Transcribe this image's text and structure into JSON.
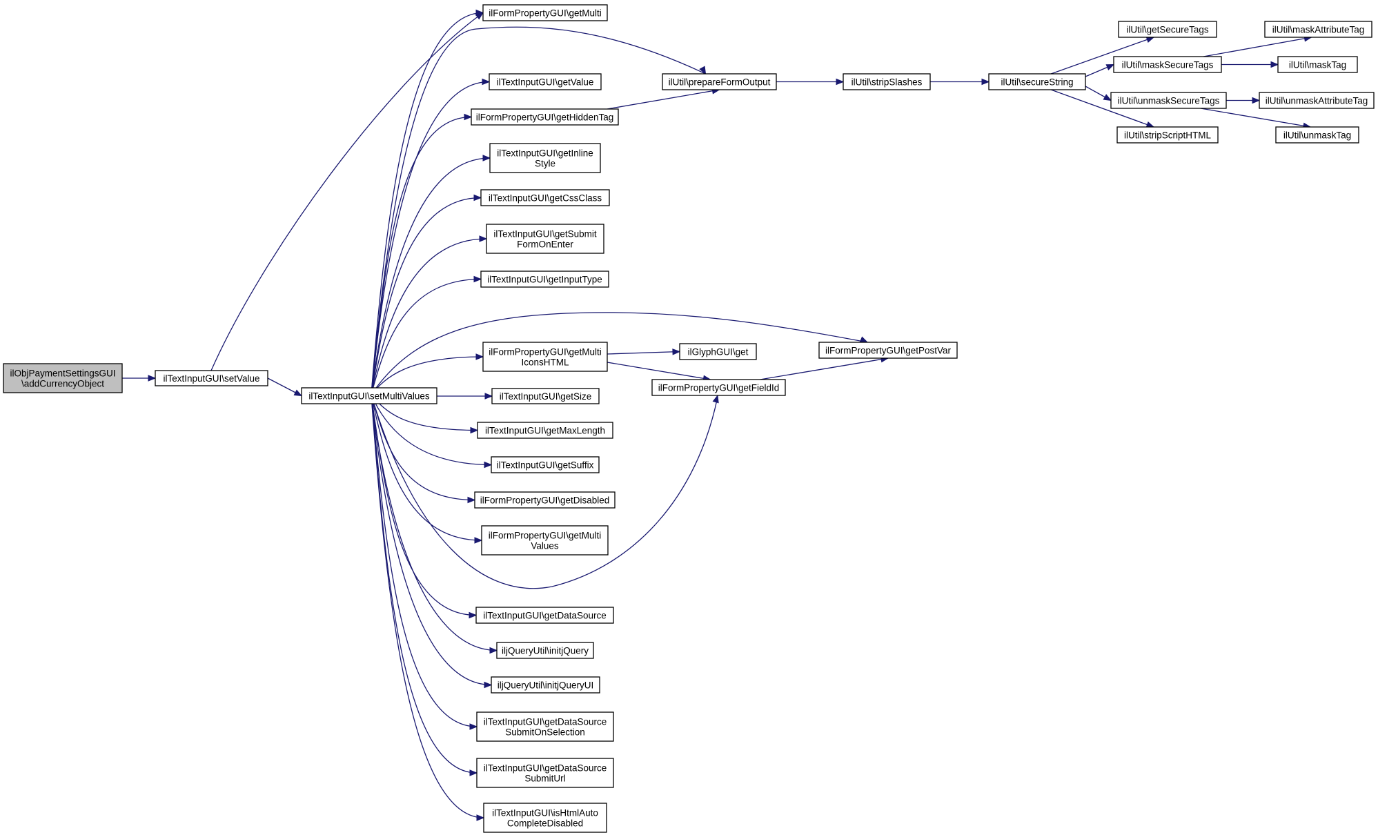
{
  "diagram": {
    "nodes": [
      {
        "id": "root",
        "lines": [
          "ilObjPaymentSettingsGUI",
          "\\addCurrencyObject"
        ],
        "highlighted": true
      },
      {
        "id": "setValue",
        "lines": [
          "ilTextInputGUI\\setValue"
        ]
      },
      {
        "id": "setMultiValues",
        "lines": [
          "ilTextInputGUI\\setMultiValues"
        ]
      },
      {
        "id": "getMulti",
        "lines": [
          "ilFormPropertyGUI\\getMulti"
        ]
      },
      {
        "id": "getValue",
        "lines": [
          "ilTextInputGUI\\getValue"
        ]
      },
      {
        "id": "getHiddenTag",
        "lines": [
          "ilFormPropertyGUI\\getHiddenTag"
        ]
      },
      {
        "id": "getInlineStyle",
        "lines": [
          "ilTextInputGUI\\getInline",
          "Style"
        ]
      },
      {
        "id": "getCssClass",
        "lines": [
          "ilTextInputGUI\\getCssClass"
        ]
      },
      {
        "id": "getSubmitFormOnEnter",
        "lines": [
          "ilTextInputGUI\\getSubmit",
          "FormOnEnter"
        ]
      },
      {
        "id": "getInputType",
        "lines": [
          "ilTextInputGUI\\getInputType"
        ]
      },
      {
        "id": "getMultiIconsHTML",
        "lines": [
          "ilFormPropertyGUI\\getMulti",
          "IconsHTML"
        ]
      },
      {
        "id": "getSize",
        "lines": [
          "ilTextInputGUI\\getSize"
        ]
      },
      {
        "id": "getMaxLength",
        "lines": [
          "ilTextInputGUI\\getMaxLength"
        ]
      },
      {
        "id": "getSuffix",
        "lines": [
          "ilTextInputGUI\\getSuffix"
        ]
      },
      {
        "id": "getDisabled",
        "lines": [
          "ilFormPropertyGUI\\getDisabled"
        ]
      },
      {
        "id": "getMultiValues",
        "lines": [
          "ilFormPropertyGUI\\getMulti",
          "Values"
        ]
      },
      {
        "id": "getDataSource",
        "lines": [
          "ilTextInputGUI\\getDataSource"
        ]
      },
      {
        "id": "initjQuery",
        "lines": [
          "iljQueryUtil\\initjQuery"
        ]
      },
      {
        "id": "initjQueryUI",
        "lines": [
          "iljQueryUtil\\initjQueryUI"
        ]
      },
      {
        "id": "getDataSourceSubmitOnSelection",
        "lines": [
          "ilTextInputGUI\\getDataSource",
          "SubmitOnSelection"
        ]
      },
      {
        "id": "getDataSourceSubmitUrl",
        "lines": [
          "ilTextInputGUI\\getDataSource",
          "SubmitUrl"
        ]
      },
      {
        "id": "isHtmlAutoCompleteDisabled",
        "lines": [
          "ilTextInputGUI\\isHtmlAuto",
          "CompleteDisabled"
        ]
      },
      {
        "id": "prepareFormOutput",
        "lines": [
          "ilUtil\\prepareFormOutput"
        ]
      },
      {
        "id": "stripSlashes",
        "lines": [
          "ilUtil\\stripSlashes"
        ]
      },
      {
        "id": "secureString",
        "lines": [
          "ilUtil\\secureString"
        ]
      },
      {
        "id": "getSecureTags",
        "lines": [
          "ilUtil\\getSecureTags"
        ]
      },
      {
        "id": "maskSecureTags",
        "lines": [
          "ilUtil\\maskSecureTags"
        ]
      },
      {
        "id": "unmaskSecureTags",
        "lines": [
          "ilUtil\\unmaskSecureTags"
        ]
      },
      {
        "id": "stripScriptHTML",
        "lines": [
          "ilUtil\\stripScriptHTML"
        ]
      },
      {
        "id": "maskAttributeTag",
        "lines": [
          "ilUtil\\maskAttributeTag"
        ]
      },
      {
        "id": "maskTag",
        "lines": [
          "ilUtil\\maskTag"
        ]
      },
      {
        "id": "unmaskAttributeTag",
        "lines": [
          "ilUtil\\unmaskAttributeTag"
        ]
      },
      {
        "id": "unmaskTag",
        "lines": [
          "ilUtil\\unmaskTag"
        ]
      },
      {
        "id": "glyphGet",
        "lines": [
          "ilGlyphGUI\\get"
        ]
      },
      {
        "id": "getFieldId",
        "lines": [
          "ilFormPropertyGUI\\getFieldId"
        ]
      },
      {
        "id": "getPostVar",
        "lines": [
          "ilFormPropertyGUI\\getPostVar"
        ]
      }
    ],
    "edges": [
      {
        "from": "root",
        "to": "setValue"
      },
      {
        "from": "setValue",
        "to": "getMulti"
      },
      {
        "from": "setValue",
        "to": "setMultiValues"
      },
      {
        "from": "setMultiValues",
        "to": "getMulti"
      },
      {
        "from": "setMultiValues",
        "to": "prepareFormOutput"
      },
      {
        "from": "setMultiValues",
        "to": "getValue"
      },
      {
        "from": "setMultiValues",
        "to": "getHiddenTag"
      },
      {
        "from": "setMultiValues",
        "to": "getInlineStyle"
      },
      {
        "from": "setMultiValues",
        "to": "getCssClass"
      },
      {
        "from": "setMultiValues",
        "to": "getSubmitFormOnEnter"
      },
      {
        "from": "setMultiValues",
        "to": "getInputType"
      },
      {
        "from": "setMultiValues",
        "to": "getPostVar"
      },
      {
        "from": "setMultiValues",
        "to": "getMultiIconsHTML"
      },
      {
        "from": "setMultiValues",
        "to": "getSize"
      },
      {
        "from": "setMultiValues",
        "to": "getMaxLength"
      },
      {
        "from": "setMultiValues",
        "to": "getSuffix"
      },
      {
        "from": "setMultiValues",
        "to": "getDisabled"
      },
      {
        "from": "setMultiValues",
        "to": "getMultiValues"
      },
      {
        "from": "setMultiValues",
        "to": "getFieldId"
      },
      {
        "from": "setMultiValues",
        "to": "getDataSource"
      },
      {
        "from": "setMultiValues",
        "to": "initjQuery"
      },
      {
        "from": "setMultiValues",
        "to": "initjQueryUI"
      },
      {
        "from": "setMultiValues",
        "to": "getDataSourceSubmitOnSelection"
      },
      {
        "from": "setMultiValues",
        "to": "getDataSourceSubmitUrl"
      },
      {
        "from": "setMultiValues",
        "to": "isHtmlAutoCompleteDisabled"
      },
      {
        "from": "getHiddenTag",
        "to": "prepareFormOutput"
      },
      {
        "from": "getMultiIconsHTML",
        "to": "glyphGet"
      },
      {
        "from": "getMultiIconsHTML",
        "to": "getFieldId"
      },
      {
        "from": "getFieldId",
        "to": "getPostVar"
      },
      {
        "from": "prepareFormOutput",
        "to": "stripSlashes"
      },
      {
        "from": "stripSlashes",
        "to": "secureString"
      },
      {
        "from": "secureString",
        "to": "getSecureTags"
      },
      {
        "from": "secureString",
        "to": "maskSecureTags"
      },
      {
        "from": "secureString",
        "to": "unmaskSecureTags"
      },
      {
        "from": "secureString",
        "to": "stripScriptHTML"
      },
      {
        "from": "maskSecureTags",
        "to": "maskAttributeTag"
      },
      {
        "from": "maskSecureTags",
        "to": "maskTag"
      },
      {
        "from": "unmaskSecureTags",
        "to": "unmaskAttributeTag"
      },
      {
        "from": "unmaskSecureTags",
        "to": "unmaskTag"
      }
    ]
  }
}
